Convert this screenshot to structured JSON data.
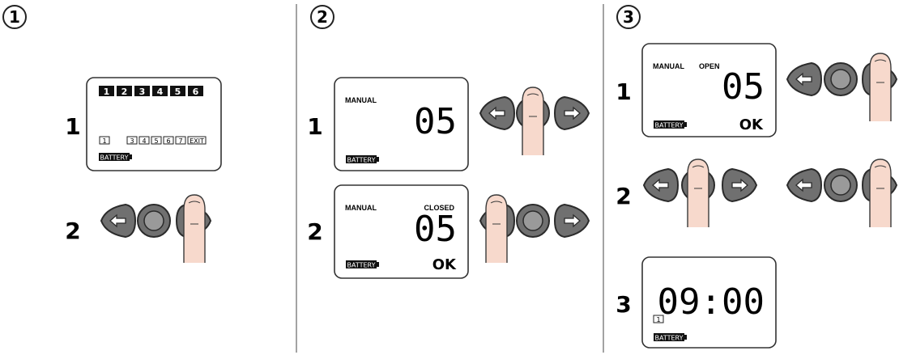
{
  "panels": [
    {
      "step": "1",
      "row1": {
        "label": "1",
        "chips_filled": [
          "1",
          "2",
          "3",
          "4",
          "5",
          "6"
        ],
        "chips_outline": [
          "1",
          "3",
          "4",
          "5",
          "6",
          "7",
          "EXIT"
        ],
        "battery": "BATTERY"
      },
      "row2": {
        "label": "2"
      }
    },
    {
      "step": "2",
      "row1": {
        "label": "1",
        "mode": "MANUAL",
        "value": "05",
        "battery": "BATTERY"
      },
      "row2": {
        "label": "2",
        "mode": "MANUAL",
        "state": "CLOSED",
        "value": "05",
        "battery": "BATTERY",
        "ok": "OK"
      }
    },
    {
      "step": "3",
      "row1": {
        "label": "1",
        "mode": "MANUAL",
        "state": "OPEN",
        "value": "05",
        "battery": "BATTERY",
        "ok": "OK"
      },
      "row2": {
        "label": "2"
      },
      "row3": {
        "label": "3",
        "value": "09:00",
        "chip": "1",
        "battery": "BATTERY"
      }
    }
  ],
  "colors": {
    "button_fill": "#707070",
    "button_stroke": "#2b2b2b",
    "finger": "#f7d9cc",
    "lcd_stroke": "#333333"
  }
}
